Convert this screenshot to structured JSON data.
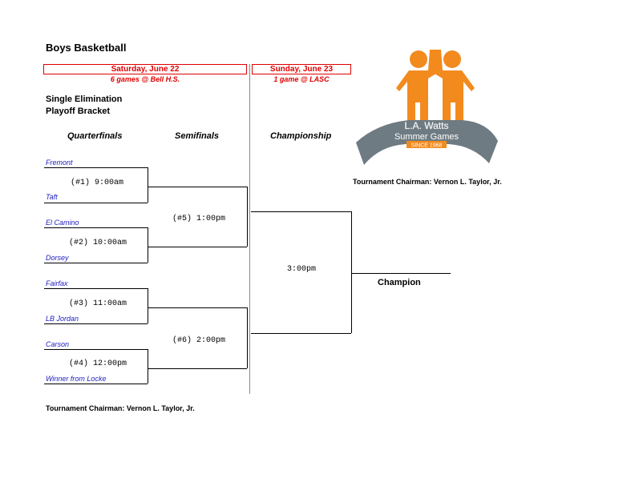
{
  "title": "Boys Basketball",
  "days": [
    {
      "label": "Saturday, June 22",
      "sub": "6 games @ Bell H.S."
    },
    {
      "label": "Sunday, June 23",
      "sub": "1 game @ LASC"
    }
  ],
  "subtitle": [
    "Single Elimination",
    "Playoff Bracket"
  ],
  "rounds": [
    "Quarterfinals",
    "Semifinals",
    "Championship"
  ],
  "teams": [
    "Fremont",
    "Taft",
    "El Camino",
    "Dorsey",
    "Fairfax",
    "LB Jordan",
    "Carson",
    "Winner from Locke"
  ],
  "quarter_games": [
    "(#1) 9:00am",
    "(#2) 10:00am",
    "(#3) 11:00am",
    "(#4) 12:00pm"
  ],
  "semi_games": [
    "(#5) 1:00pm",
    "(#6) 2:00pm"
  ],
  "final_game": "3:00pm",
  "champion_label": "Champion",
  "chairman": "Tournament Chairman:  Vernon L. Taylor, Jr.",
  "logo": {
    "line1": "L.A. Watts",
    "line2": "Summer Games",
    "since": "SINCE 1968",
    "orange": "#f28a1e",
    "gray": "#6f7b82"
  }
}
